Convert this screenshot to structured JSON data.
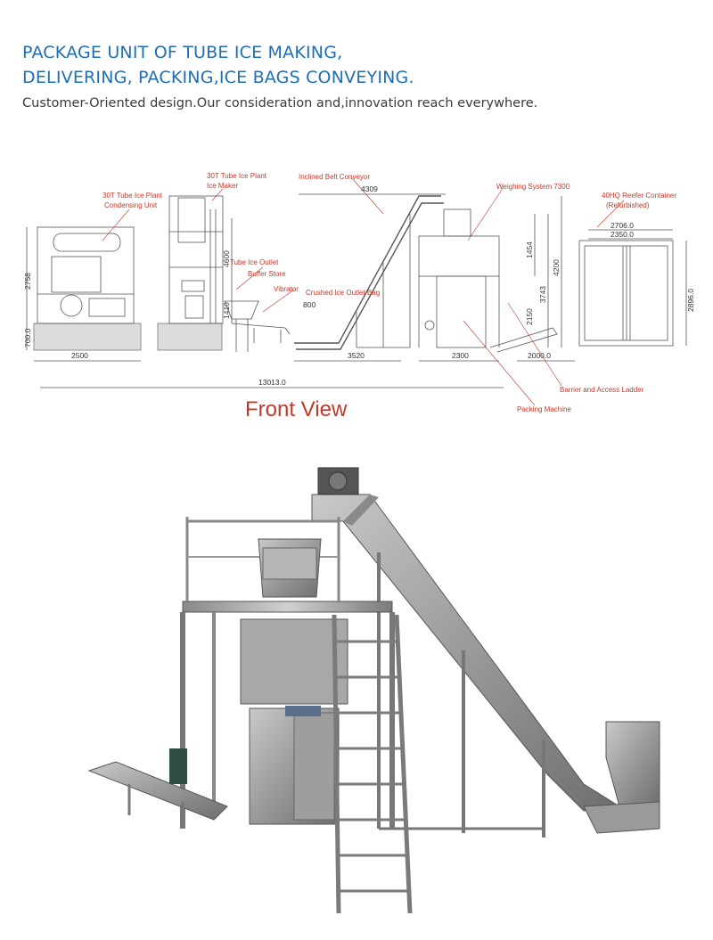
{
  "header": {
    "title_line1": "PACKAGE UNIT OF TUBE ICE MAKING,",
    "title_line2": "DELIVERING, PACKING,ICE BAGS CONVEYING.",
    "subtitle": "Customer-Oriented design.Our consideration and,innovation reach everywhere."
  },
  "drawing": {
    "caption": "Front View",
    "labels": {
      "condensing_unit_1": "30T Tube  Ice Plant",
      "condensing_unit_2": "Condensing Unit",
      "ice_maker_1": "30T Tube  Ice Plant",
      "ice_maker_2": "Ice Maker",
      "tube_ice_outlet": "Tube Ice Outlet",
      "buffer_store": "Buffer Store",
      "vibrator": "Vibrator",
      "inclined_belt": "Inclined Belt Conveyor",
      "crushed_outlet": "Crushed Ice Outlet Bag",
      "weighing": "Weighing System 7300",
      "reefer_1": "40HQ Reefer Container",
      "reefer_2": "(Refurbished)",
      "barrier": "Barrier and Access Ladder",
      "packing": "Packing Machine"
    },
    "dims": {
      "d4309": "4309",
      "d2706": "2706.0",
      "d2350": "2350.0",
      "d2896": "2896.0",
      "d2758": "2758",
      "d700": "700.0",
      "d2500": "2500",
      "d4600": "4600",
      "d1410": "1410",
      "d3520": "3520",
      "d2300": "2300",
      "d2000": "2000.0",
      "d13013": "13013.0",
      "d1454": "1454",
      "d3743": "3743",
      "d4200": "4200",
      "d2150": "2150",
      "d800": "800"
    }
  }
}
